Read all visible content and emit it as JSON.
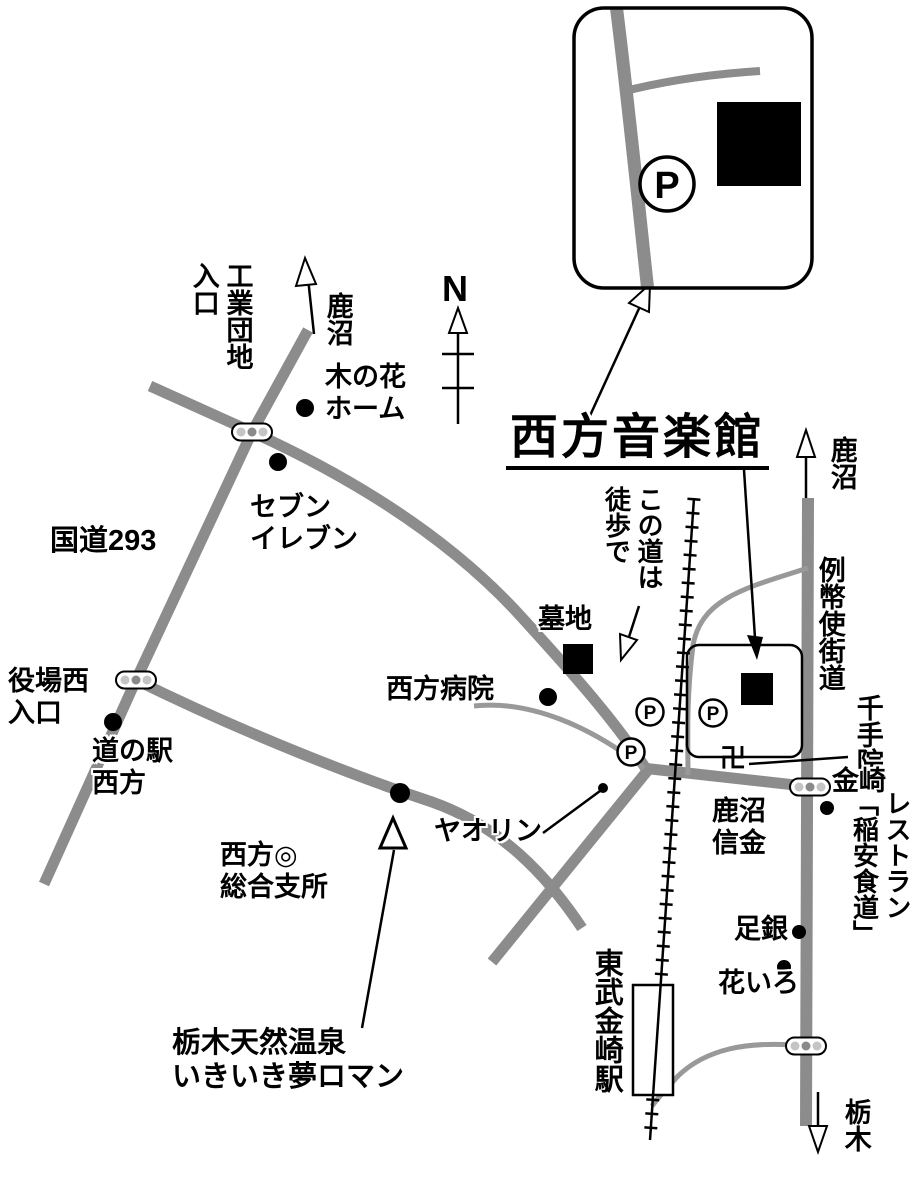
{
  "colors": {
    "background": "#ffffff",
    "road": "#8c8c8c",
    "thin_road": "#999999",
    "ink": "#000000"
  },
  "title": "西方音楽館",
  "compass": {
    "north": "N"
  },
  "symbols": {
    "parking": "P",
    "temple": "卍"
  },
  "destinations": {
    "kanuma_top_left": "鹿沼",
    "kanuma_top_right": "鹿沼",
    "tochigi_bottom": "栃木"
  },
  "labels": {
    "industrial_park_entrance": "工業団地\n入口",
    "konohana_home": "木の花\nホーム",
    "seven_eleven": "セブン\nイレブン",
    "route_293": "国道293",
    "yakuba_nishi_entrance": "役場西\n入口",
    "michi_no_eki_nishikata": "道の駅\n西方",
    "nishikata_hospital": "西方病院",
    "cemetery": "墓地",
    "walk_this_road": "この道は\n徒歩で",
    "reiheishi_kaido": "例幣使街道",
    "senjuin": "千手院",
    "kanasaki": "金崎",
    "kanuma_shinkin": "鹿沼\n信金",
    "restaurant_inayasu": "レストラン\n「稲安食道」",
    "ashigin": "足銀",
    "hanairo": "花いろ",
    "yaorin": "ヤオリン",
    "nishikata_branch_office": "西方◎\n総合支所",
    "tochigi_onsen": "栃木天然温泉\nいきいき夢ロマン",
    "tobu_kanasaki_station": "東武金崎駅"
  }
}
